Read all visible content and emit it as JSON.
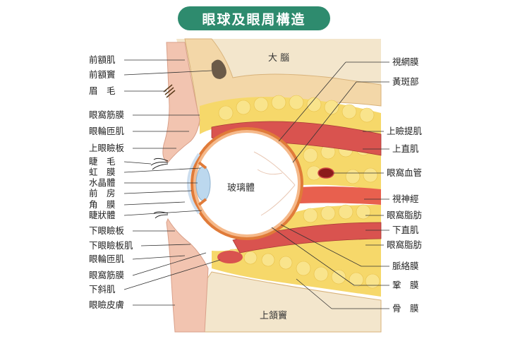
{
  "title": "眼球及眼周構造",
  "colors": {
    "title_bg": "#2e8b6e",
    "fat": "#f6d86a",
    "fat_dark": "#e8c04a",
    "muscle": "#d9534f",
    "bone": "#f3d7a8",
    "skin": "#f2c4b0",
    "sclera": "#ffffff",
    "choroid": "#e07b39"
  },
  "region_labels": {
    "brain": "大 腦",
    "vitreous": "玻璃體",
    "maxillary_sinus": "上頷竇"
  },
  "left_labels": [
    "前額肌",
    "前額竇",
    "眉　毛",
    "眼窩筋膜",
    "眼輪匝肌",
    "上眼瞼板",
    "睫　毛",
    "虹　膜",
    "水晶體",
    "前　房",
    "角　膜",
    "睫狀體",
    "下眼瞼板",
    "下眼瞼板肌",
    "眼輪匝肌",
    "眼窩筋膜",
    "下斜肌",
    "眼瞼皮膚"
  ],
  "right_labels": [
    "視網膜",
    "黃斑部",
    "上瞼提肌",
    "上直肌",
    "眼窩血管",
    "視神經",
    "眼窩脂肪",
    "下直肌",
    "眼窩脂肪",
    "脈絡膜",
    "鞏　膜",
    "骨　膜"
  ]
}
